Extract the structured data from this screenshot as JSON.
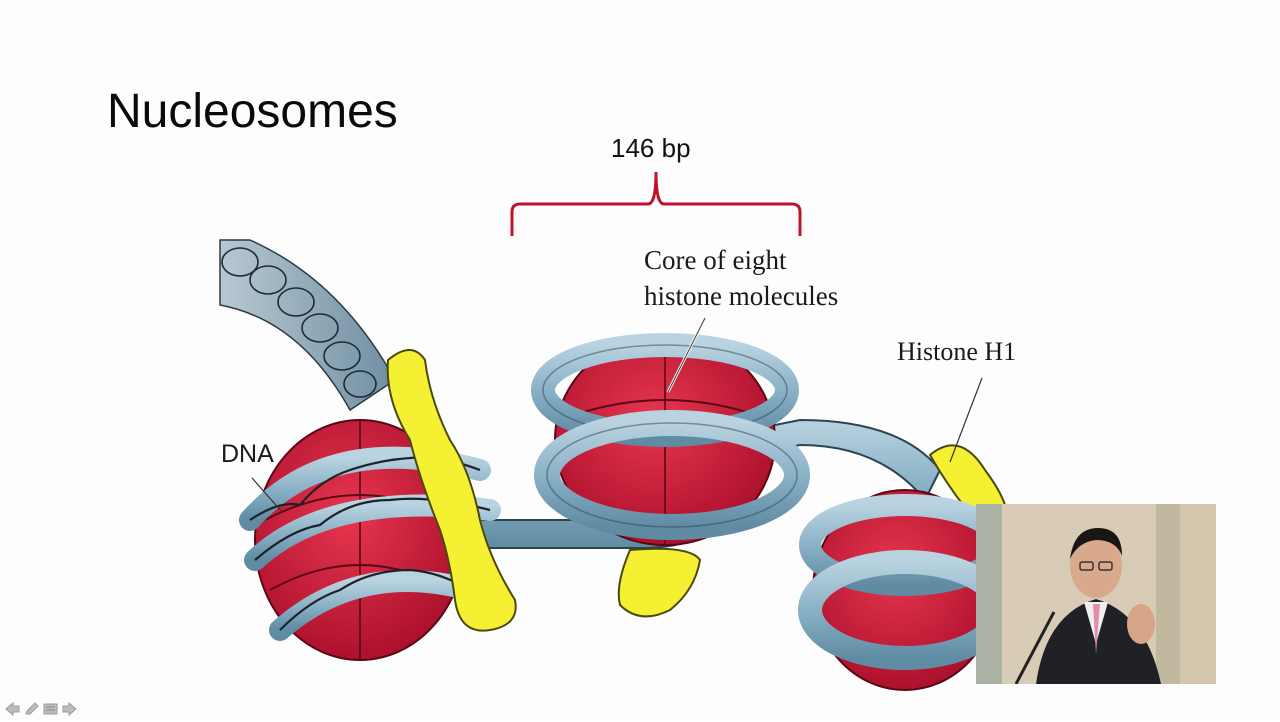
{
  "slide": {
    "title": "Nucleosomes",
    "bracket_label": "146 bp"
  },
  "figure": {
    "labels": {
      "core": "Core of eight\nhistone molecules",
      "histone_h1": "Histone H1",
      "dna": "DNA"
    },
    "colors": {
      "histone_core": "#d11a3c",
      "dna_strand": "#8fb4c8",
      "histone_h1": "#f5f032",
      "bracket": "#c0122e"
    }
  },
  "presenter": {
    "webcam": "presenter-video"
  },
  "toolbar": {
    "icons": [
      "prev-arrow-icon",
      "pen-icon",
      "slides-menu-icon",
      "next-arrow-icon"
    ]
  }
}
